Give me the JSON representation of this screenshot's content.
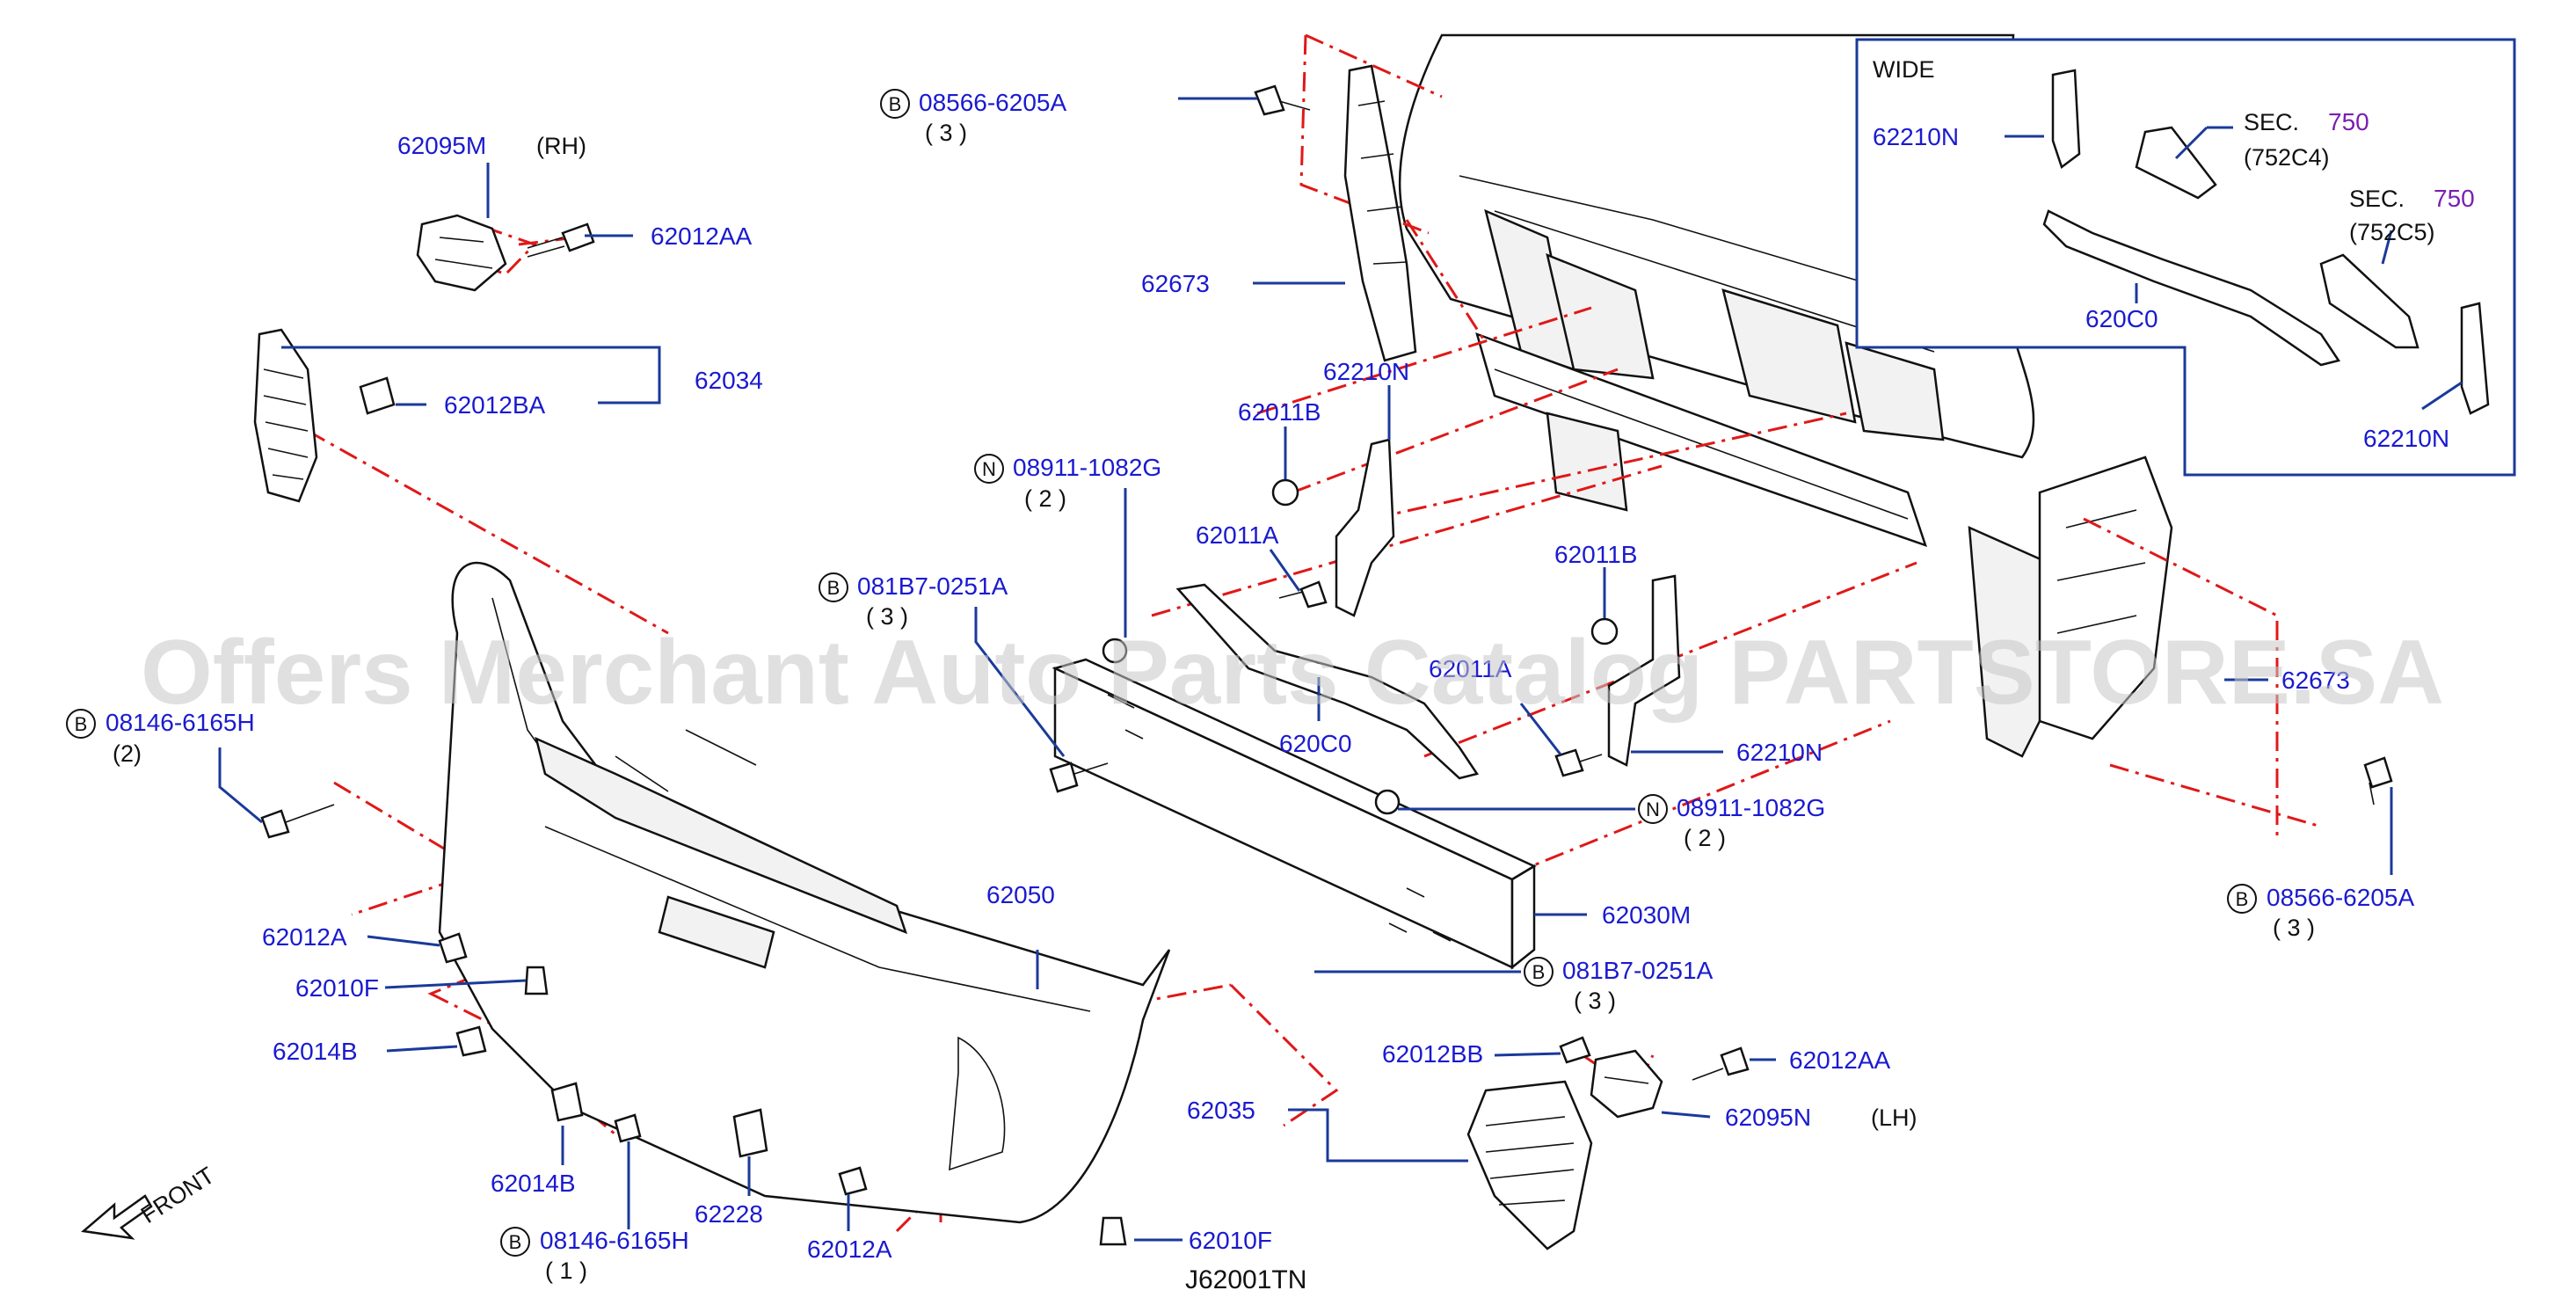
{
  "watermark": "Offers Merchant Auto Parts Catalog PARTSTORE.SA",
  "diagram_code": "J62001TN",
  "front_label": "FRONT",
  "inset": {
    "title": "WIDE",
    "sec1_prefix": "SEC.",
    "sec1_num": "750",
    "sec1_code": "(752C4)",
    "sec2_prefix": "SEC.",
    "sec2_num": "750",
    "sec2_code": "(752C5)",
    "part_a": "62210N",
    "part_b": "620C0",
    "part_c": "62210N"
  },
  "labels": {
    "p62095M": "62095M",
    "rh": "(RH)",
    "p62012AA_top": "62012AA",
    "p62034": "62034",
    "p62012BA": "62012BA",
    "b08566_top": "08566-6205A",
    "b08566_top_qty": "( 3 )",
    "p62673": "62673",
    "p62210N_mid": "62210N",
    "p62011B_left": "62011B",
    "n08911_top": "08911-1082G",
    "n08911_top_qty": "( 2 )",
    "p62011A_left": "62011A",
    "b081B7_top": "081B7-0251A",
    "b081B7_top_qty": "( 3 )",
    "p62011B_right": "62011B",
    "p62011A_right": "62011A",
    "p620C0_mid": "620C0",
    "p62210N_right": "62210N",
    "n08911_bot": "08911-1082G",
    "n08911_bot_qty": "( 2 )",
    "p6267_right": "62673",
    "b08566_bot": "08566-6205A",
    "b08566_bot_qty": "( 3 )",
    "b08146_top": "08146-6165H",
    "b08146_top_qty": "(2)",
    "p62012A_left": "62012A",
    "p62010F_left": "62010F",
    "p62014B_top": "62014B",
    "p62050": "62050",
    "p62030M": "62030M",
    "b081B7_bot": "081B7-0251A",
    "b081B7_bot_qty": "( 3 )",
    "p62012BB": "62012BB",
    "p62012AA_bot": "62012AA",
    "p62035": "62035",
    "p62095N": "62095N",
    "lh": "(LH)",
    "p62014B_bot": "62014B",
    "p62228": "62228",
    "b08146_bot": "08146-6165H",
    "b08146_bot_qty": "( 1 )",
    "p62012A_bot": "62012A",
    "p62010F_bot": "62010F"
  },
  "callouts": {
    "B": "B",
    "N": "N"
  },
  "colors": {
    "label_blue": "#1a1ad0",
    "leader_blue": "#1a3a9a",
    "dash_red": "#e01818",
    "section_purple": "#7a1fb0"
  }
}
